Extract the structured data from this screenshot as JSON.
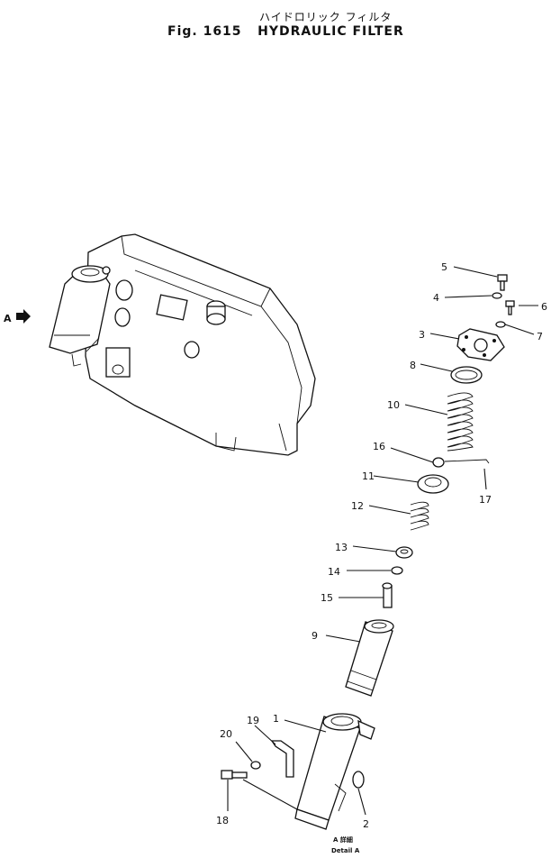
{
  "header": {
    "title_jp": "ハイドロリック フィルタ",
    "title_fig": "Fig. 1615",
    "title_en": "HYDRAULIC FILTER"
  },
  "view_marker": "A",
  "detail_note": {
    "line1": "A 詳細",
    "line2": "Detail A"
  },
  "parts": [
    {
      "no": "1"
    },
    {
      "no": "2"
    },
    {
      "no": "3"
    },
    {
      "no": "4"
    },
    {
      "no": "5"
    },
    {
      "no": "6"
    },
    {
      "no": "7"
    },
    {
      "no": "8"
    },
    {
      "no": "9"
    },
    {
      "no": "10"
    },
    {
      "no": "11"
    },
    {
      "no": "12"
    },
    {
      "no": "13"
    },
    {
      "no": "14"
    },
    {
      "no": "15"
    },
    {
      "no": "16"
    },
    {
      "no": "17"
    },
    {
      "no": "18"
    },
    {
      "no": "19"
    },
    {
      "no": "20"
    }
  ]
}
